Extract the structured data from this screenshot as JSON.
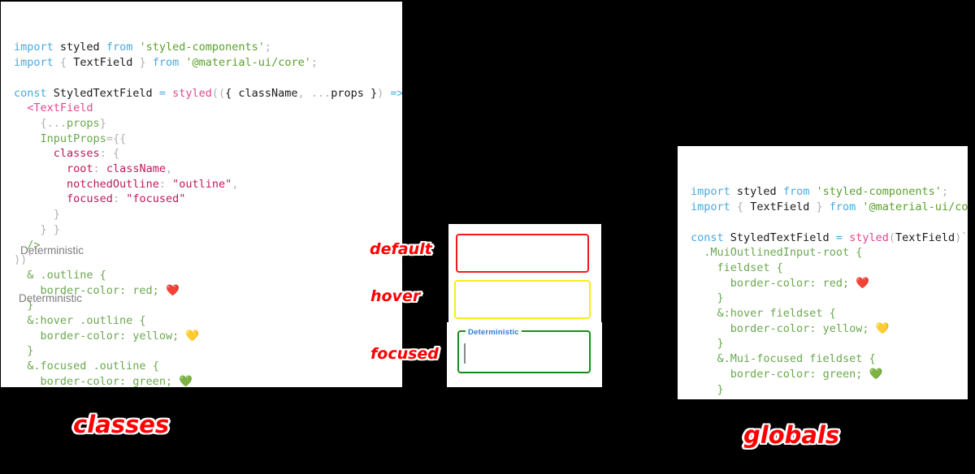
{
  "left_panel": {
    "title": "classes",
    "lines": [
      [
        {
          "t": "import",
          "c": "kw"
        },
        {
          "t": " styled ",
          "c": "plain"
        },
        {
          "t": "from",
          "c": "kw"
        },
        {
          "t": " ",
          "c": "plain"
        },
        {
          "t": "'styled-components'",
          "c": "str"
        },
        {
          "t": ";",
          "c": "punct"
        }
      ],
      [
        {
          "t": "import",
          "c": "kw"
        },
        {
          "t": " ",
          "c": "plain"
        },
        {
          "t": "{",
          "c": "punct"
        },
        {
          "t": " TextField ",
          "c": "plain"
        },
        {
          "t": "}",
          "c": "punct"
        },
        {
          "t": " ",
          "c": "plain"
        },
        {
          "t": "from",
          "c": "kw"
        },
        {
          "t": " ",
          "c": "plain"
        },
        {
          "t": "'@material-ui/core'",
          "c": "str"
        },
        {
          "t": ";",
          "c": "punct"
        }
      ],
      [],
      [
        {
          "t": "const",
          "c": "kw"
        },
        {
          "t": " StyledTextField ",
          "c": "plain"
        },
        {
          "t": "=",
          "c": "op"
        },
        {
          "t": " ",
          "c": "plain"
        },
        {
          "t": "styled",
          "c": "fn"
        },
        {
          "t": "((",
          "c": "punct"
        },
        {
          "t": "{ className",
          "c": "plain"
        },
        {
          "t": ",",
          "c": "punct"
        },
        {
          "t": " ",
          "c": "plain"
        },
        {
          "t": "...",
          "c": "punct"
        },
        {
          "t": "props",
          "c": "plain"
        },
        {
          "t": " }",
          "c": "plain"
        },
        {
          "t": ")",
          "c": "punct"
        },
        {
          "t": " ",
          "c": "plain"
        },
        {
          "t": "=>",
          "c": "op"
        },
        {
          "t": " ",
          "c": "plain"
        },
        {
          "t": "(",
          "c": "punct"
        }
      ],
      [
        {
          "t": "  ",
          "c": "plain"
        },
        {
          "t": "<TextField",
          "c": "tag"
        }
      ],
      [
        {
          "t": "    ",
          "c": "plain"
        },
        {
          "t": "{",
          "c": "punct"
        },
        {
          "t": "...",
          "c": "punct"
        },
        {
          "t": "props",
          "c": "attr"
        },
        {
          "t": "}",
          "c": "punct"
        }
      ],
      [
        {
          "t": "    ",
          "c": "plain"
        },
        {
          "t": "InputProps",
          "c": "attr"
        },
        {
          "t": "=",
          "c": "punct"
        },
        {
          "t": "{{",
          "c": "punct"
        }
      ],
      [
        {
          "t": "      ",
          "c": "plain"
        },
        {
          "t": "classes",
          "c": "prop"
        },
        {
          "t": ": ",
          "c": "punct"
        },
        {
          "t": "{",
          "c": "punct"
        }
      ],
      [
        {
          "t": "        ",
          "c": "plain"
        },
        {
          "t": "root",
          "c": "prop"
        },
        {
          "t": ": ",
          "c": "punct"
        },
        {
          "t": "className",
          "c": "prop"
        },
        {
          "t": ",",
          "c": "punct"
        }
      ],
      [
        {
          "t": "        ",
          "c": "plain"
        },
        {
          "t": "notchedOutline",
          "c": "prop"
        },
        {
          "t": ": ",
          "c": "punct"
        },
        {
          "t": "\"outline\"",
          "c": "prop"
        },
        {
          "t": ",",
          "c": "punct"
        }
      ],
      [
        {
          "t": "        ",
          "c": "plain"
        },
        {
          "t": "focused",
          "c": "prop"
        },
        {
          "t": ": ",
          "c": "punct"
        },
        {
          "t": "\"focused\"",
          "c": "prop"
        }
      ],
      [
        {
          "t": "      ",
          "c": "plain"
        },
        {
          "t": "}",
          "c": "punct"
        }
      ],
      [
        {
          "t": "    ",
          "c": "plain"
        },
        {
          "t": "} }",
          "c": "punct"
        }
      ],
      [
        {
          "t": "  ",
          "c": "plain"
        },
        {
          "t": "/>",
          "c": "attr"
        }
      ],
      [
        {
          "t": "))`",
          "c": "punct"
        }
      ],
      [
        {
          "t": "  ",
          "c": "plain"
        },
        {
          "t": "& .outline {",
          "c": "sel"
        }
      ],
      [
        {
          "t": "    ",
          "c": "plain"
        },
        {
          "t": "border-color: red;",
          "c": "sel"
        },
        {
          "t": " ❤️",
          "c": "plain"
        }
      ],
      [
        {
          "t": "  ",
          "c": "plain"
        },
        {
          "t": "}",
          "c": "sel"
        }
      ],
      [
        {
          "t": "  ",
          "c": "plain"
        },
        {
          "t": "&:hover .outline {",
          "c": "sel"
        }
      ],
      [
        {
          "t": "    ",
          "c": "plain"
        },
        {
          "t": "border-color: yellow;",
          "c": "sel"
        },
        {
          "t": " 💛",
          "c": "plain"
        }
      ],
      [
        {
          "t": "  ",
          "c": "plain"
        },
        {
          "t": "}",
          "c": "sel"
        }
      ],
      [
        {
          "t": "  ",
          "c": "plain"
        },
        {
          "t": "&.focused .outline {",
          "c": "sel"
        }
      ],
      [
        {
          "t": "    ",
          "c": "plain"
        },
        {
          "t": "border-color: green;",
          "c": "sel"
        },
        {
          "t": " 💚",
          "c": "plain"
        }
      ],
      [
        {
          "t": "  ",
          "c": "plain"
        },
        {
          "t": "}",
          "c": "sel"
        }
      ],
      [
        {
          "t": "`;",
          "c": "punct"
        }
      ]
    ]
  },
  "right_panel": {
    "title": "globals",
    "lines": [
      [
        {
          "t": "import",
          "c": "kw"
        },
        {
          "t": " styled ",
          "c": "plain"
        },
        {
          "t": "from",
          "c": "kw"
        },
        {
          "t": " ",
          "c": "plain"
        },
        {
          "t": "'styled-components'",
          "c": "str"
        },
        {
          "t": ";",
          "c": "punct"
        }
      ],
      [
        {
          "t": "import",
          "c": "kw"
        },
        {
          "t": " ",
          "c": "plain"
        },
        {
          "t": "{",
          "c": "punct"
        },
        {
          "t": " TextField ",
          "c": "plain"
        },
        {
          "t": "}",
          "c": "punct"
        },
        {
          "t": " ",
          "c": "plain"
        },
        {
          "t": "from",
          "c": "kw"
        },
        {
          "t": " ",
          "c": "plain"
        },
        {
          "t": "'@material-ui/core'",
          "c": "str"
        },
        {
          "t": ";",
          "c": "punct"
        }
      ],
      [],
      [
        {
          "t": "const",
          "c": "kw"
        },
        {
          "t": " StyledTextField ",
          "c": "plain"
        },
        {
          "t": "=",
          "c": "op"
        },
        {
          "t": " ",
          "c": "plain"
        },
        {
          "t": "styled",
          "c": "fn"
        },
        {
          "t": "(",
          "c": "punct"
        },
        {
          "t": "TextField",
          "c": "plain"
        },
        {
          "t": ")`",
          "c": "punct"
        }
      ],
      [
        {
          "t": "  ",
          "c": "plain"
        },
        {
          "t": ".MuiOutlinedInput-root {",
          "c": "sel"
        }
      ],
      [
        {
          "t": "    ",
          "c": "plain"
        },
        {
          "t": "fieldset {",
          "c": "sel"
        }
      ],
      [
        {
          "t": "      ",
          "c": "plain"
        },
        {
          "t": "border-color: red;",
          "c": "sel"
        },
        {
          "t": " ❤️",
          "c": "plain"
        }
      ],
      [
        {
          "t": "    ",
          "c": "plain"
        },
        {
          "t": "}",
          "c": "sel"
        }
      ],
      [
        {
          "t": "    ",
          "c": "plain"
        },
        {
          "t": "&:hover fieldset {",
          "c": "sel"
        }
      ],
      [
        {
          "t": "      ",
          "c": "plain"
        },
        {
          "t": "border-color: yellow;",
          "c": "sel"
        },
        {
          "t": " 💛",
          "c": "plain"
        }
      ],
      [
        {
          "t": "    ",
          "c": "plain"
        },
        {
          "t": "}",
          "c": "sel"
        }
      ],
      [
        {
          "t": "    ",
          "c": "plain"
        },
        {
          "t": "&.Mui-focused fieldset {",
          "c": "sel"
        }
      ],
      [
        {
          "t": "      ",
          "c": "plain"
        },
        {
          "t": "border-color: green;",
          "c": "sel"
        },
        {
          "t": " 💚",
          "c": "plain"
        }
      ],
      [
        {
          "t": "    ",
          "c": "plain"
        },
        {
          "t": "}",
          "c": "sel"
        }
      ],
      [
        {
          "t": "  ",
          "c": "plain"
        },
        {
          "t": "}",
          "c": "sel"
        }
      ],
      [
        {
          "t": "`;",
          "c": "punct"
        }
      ]
    ]
  },
  "demo": {
    "fields": [
      {
        "state": "default",
        "value": "Deterministic",
        "border_color": "#f11a1a",
        "label_shown": false
      },
      {
        "state": "hover",
        "value": "Deterministic",
        "border_color": "#f5ef16",
        "label_shown": false
      },
      {
        "state": "focused",
        "value": "",
        "notch_label": "Deterministic",
        "border_color": "#1b8a1b",
        "label_shown": true
      }
    ]
  },
  "annotations": {
    "default": "default",
    "hover": "hover",
    "focused": "focused",
    "classes": "classes",
    "globals": "globals"
  },
  "colors": {
    "accent_red": "#ff0000",
    "default_border": "#f11a1a",
    "hover_border": "#f5ef16",
    "focused_border": "#1b8a1b",
    "notch_label": "#2f7ad4",
    "placeholder_text": "#7d7d7d",
    "background": "#000000",
    "panel": "#ffffff"
  }
}
